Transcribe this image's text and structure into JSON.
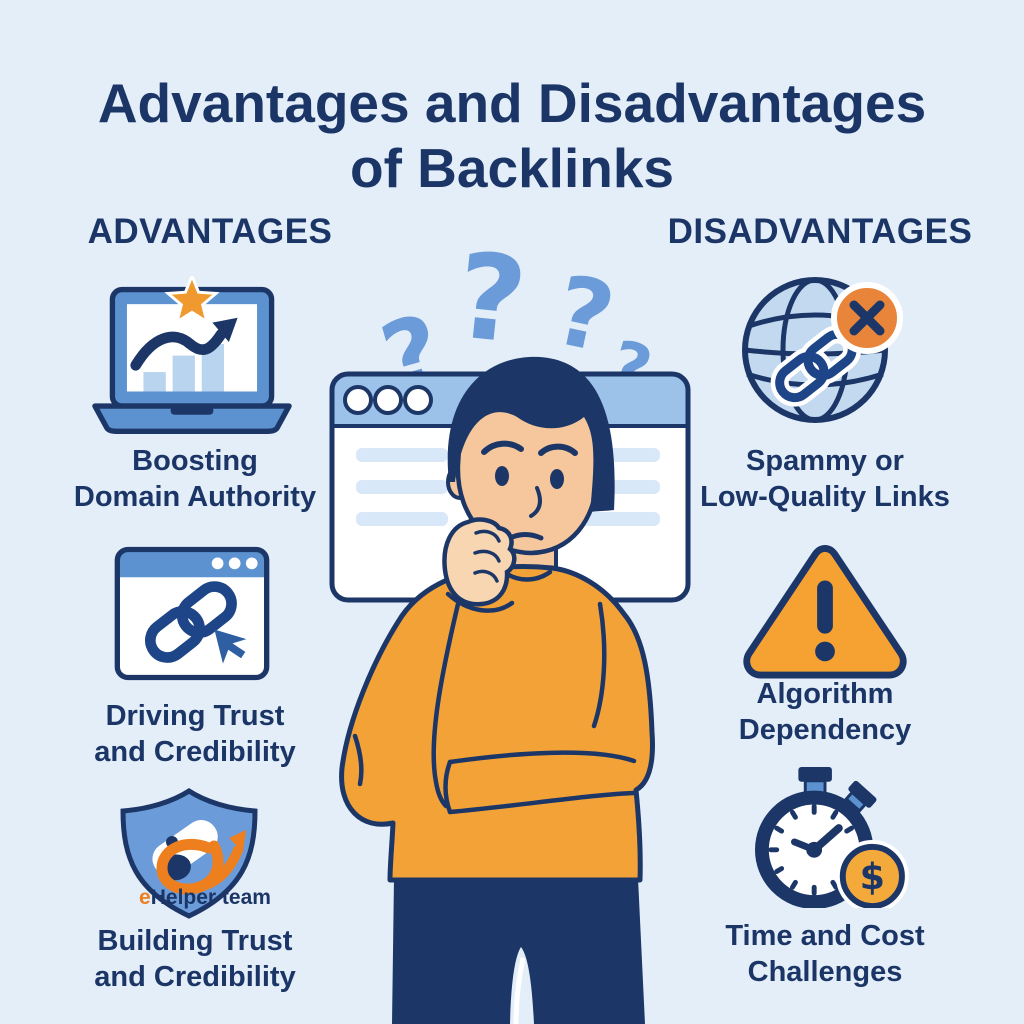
{
  "title": {
    "line1": "Advantages and Disadvantages",
    "line2": "of Backlinks"
  },
  "advantages": {
    "header": "ADVANTAGES",
    "items": [
      {
        "icon": "laptop-growth-chart-star-icon",
        "line1": "Boosting",
        "line2": "Domain Authority"
      },
      {
        "icon": "browser-chain-link-cursor-icon",
        "line1": "Driving Trust",
        "line2": "and Credibility"
      },
      {
        "icon": "shield-logo-icon",
        "line1": "Building Trust",
        "line2": "and Credibility"
      }
    ]
  },
  "disadvantages": {
    "header": "DISADVANTAGES",
    "items": [
      {
        "icon": "globe-link-error-icon",
        "line1": "Spammy or",
        "line2": "Low-Quality Links"
      },
      {
        "icon": "warning-triangle-icon",
        "line1": "Algorithm",
        "line2": "Dependency"
      },
      {
        "icon": "stopwatch-dollar-icon",
        "line1": "Time and Cost",
        "line2": "Challenges"
      }
    ]
  },
  "center": {
    "question_mark": "?",
    "coin_symbol": "$"
  },
  "watermark": {
    "orange_letter": "e",
    "rest": "Helper team"
  },
  "colors": {
    "background": "#e4eef9",
    "navy": "#1c3767",
    "medium_blue": "#5d92d0",
    "header_bar_blue": "#9cc2ea",
    "light_blue": "#c3d9f0",
    "pale_line_blue": "#d9e8f8",
    "bar_blue": "#b9d4ee",
    "question_mark_blue": "#6b9bd8",
    "orange": "#f0992e",
    "coin_orange": "#f3aa3b",
    "skin": "#f6c79c"
  }
}
